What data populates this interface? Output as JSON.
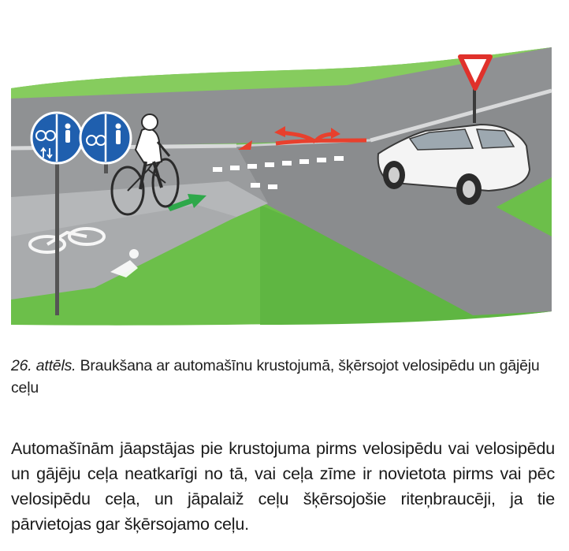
{
  "figure": {
    "sign_colors": {
      "blue": "#1f5fae",
      "red": "#e0312b",
      "grass": "#6cbf4a",
      "road": "#8f9193"
    },
    "arrow_colors": {
      "green": "#2ea84a",
      "red": "#e8402d"
    }
  },
  "caption": {
    "number": "26. attēls.",
    "text": " Braukšana ar automašīnu krustojumā, šķērsojot velosipēdu un gājēju ceļu"
  },
  "body": {
    "paragraph": "Automašīnām jāapstājas pie krustojuma pirms velosipēdu vai velosipēdu un gājēju ceļa neatkarīgi no tā, vai ceļa zīme ir novietota pirms vai pēc velosipēdu ceļa, un jāpalaiž ceļu šķērsojošie riteņbraucēji, ja tie pārvietojas gar šķērsojamo ceļu."
  }
}
